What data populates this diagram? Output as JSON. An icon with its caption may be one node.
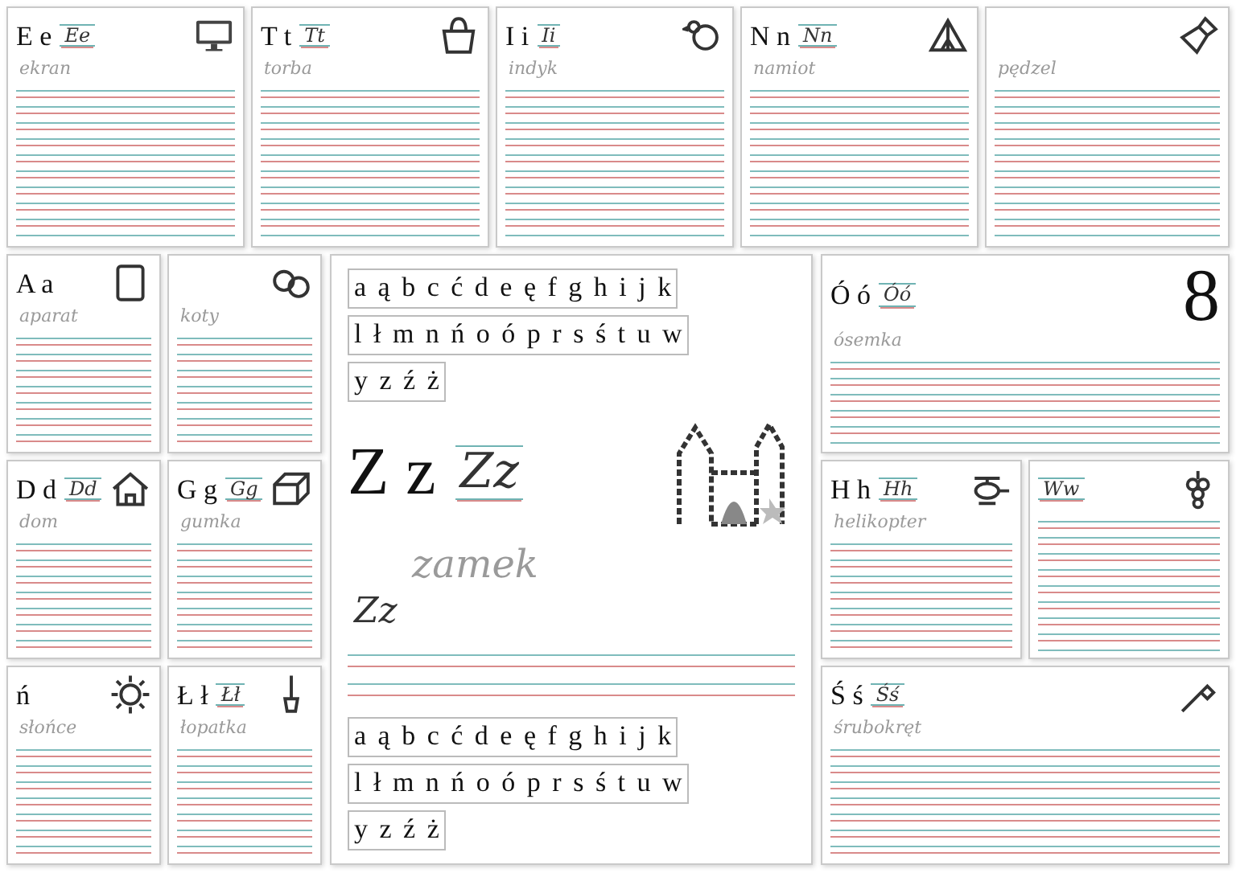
{
  "diagram": {
    "nodes": [
      {
        "text": [
          "a ą b c ć d e ę f g h i j k",
          "l ł m n ń o ó p r s ś t u w",
          "y z ź ż",
          "Z z",
          "Zz",
          "zamek",
          "Zz",
          "a ą b c ć d e ę f g h i j k",
          "l ł m n ń o ó p r s ś t u w",
          "y z ź ż"
        ]
      },
      {
        "text": [
          "E e",
          "Ee",
          "ekran"
        ]
      },
      {
        "text": [
          "T t",
          "Tt",
          "torba"
        ]
      },
      {
        "text": [
          "I i",
          "Ii",
          "indyk"
        ]
      },
      {
        "text": [
          "N n",
          "Nn",
          "namiot"
        ]
      },
      {
        "text": [
          "pędzel"
        ]
      },
      {
        "text": [
          "A a",
          "aparat"
        ]
      },
      {
        "text": [
          "D d",
          "Dd",
          "dom"
        ]
      },
      {
        "text": [
          "ń",
          "słońce"
        ]
      },
      {
        "text": [
          "G g",
          "Gg",
          "gumka"
        ]
      },
      {
        "text": [
          "Ł ł",
          "Łł",
          "łopatka"
        ]
      },
      {
        "text": [
          "koty"
        ]
      },
      {
        "text": [
          "Ó ó",
          "Óó",
          "ósemka",
          "8"
        ]
      },
      {
        "text": [
          "H h",
          "Hh",
          "helikopter"
        ]
      },
      {
        "text": [
          "Ww"
        ]
      },
      {
        "text": [
          "Ś ś",
          "Śś",
          "śrubokręt"
        ]
      }
    ]
  }
}
